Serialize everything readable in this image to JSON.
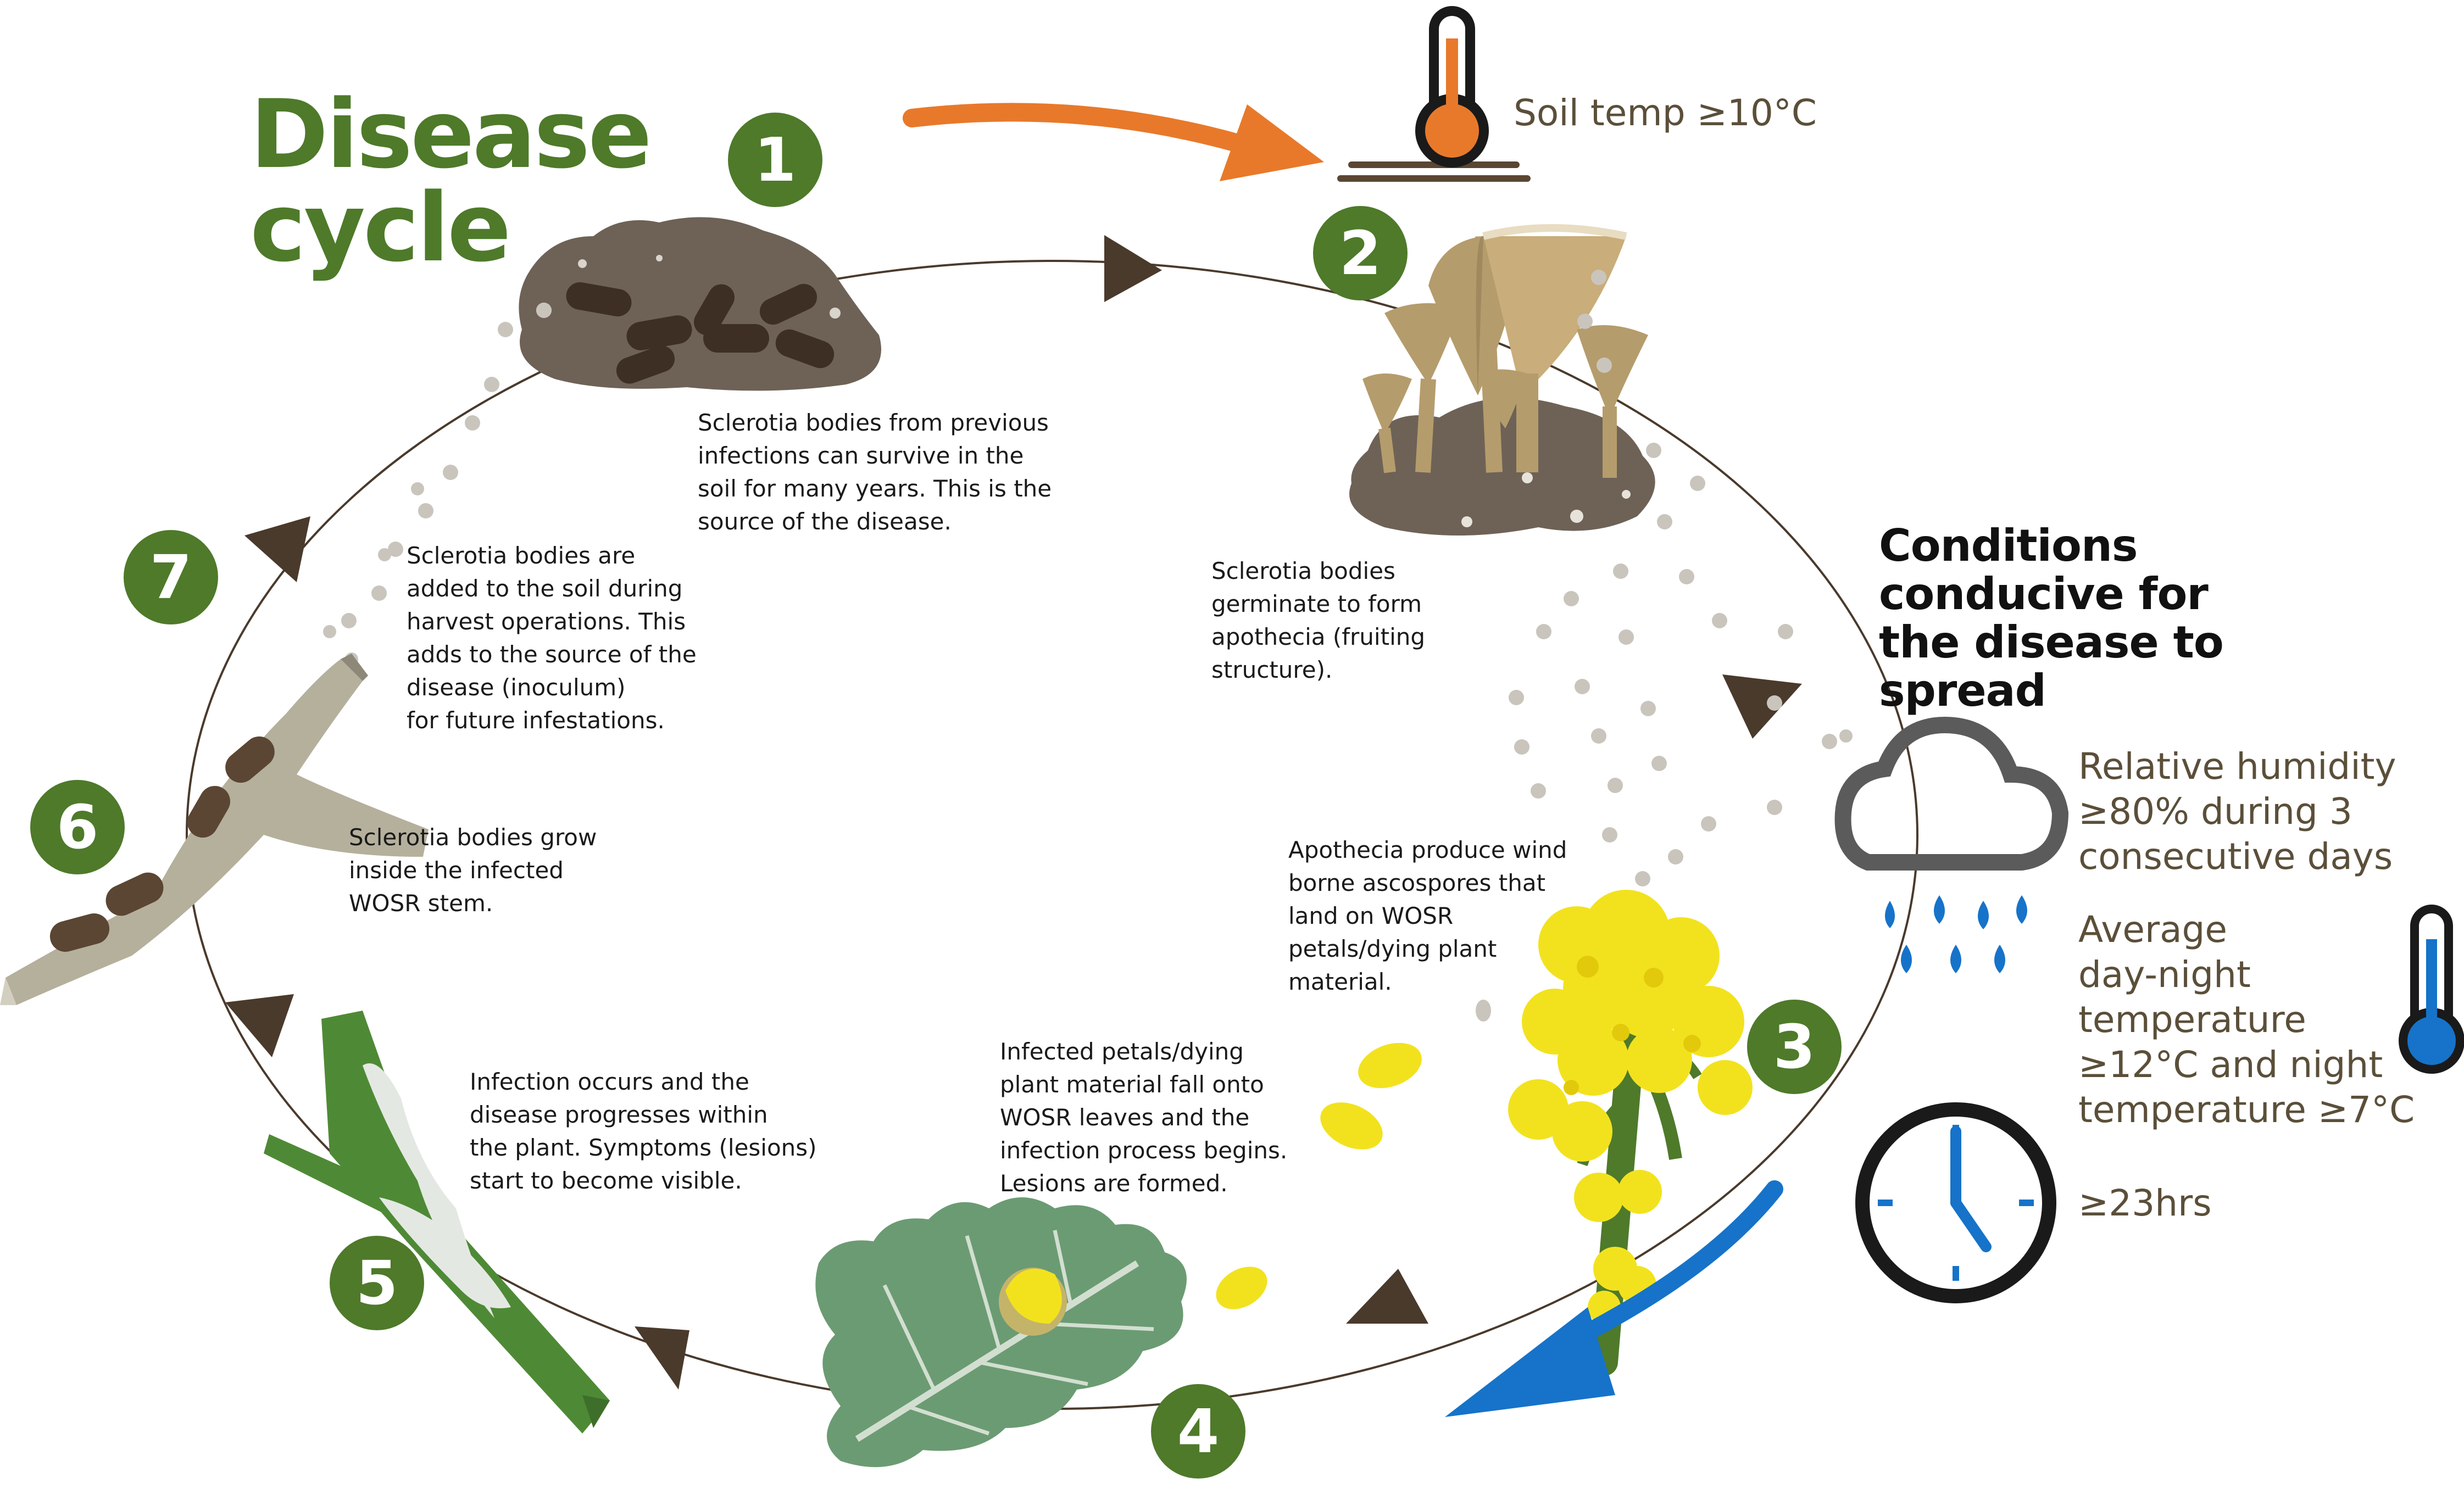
{
  "title": {
    "line1": "Disease",
    "line2": "cycle"
  },
  "soil_temp": "Soil temp ≥10°C",
  "steps": [
    {
      "number": "1",
      "text": [
        "Sclerotia bodies from previous",
        "infections can survive in the",
        "soil for many years. This is the",
        "source of the disease."
      ]
    },
    {
      "number": "2",
      "text": [
        "Sclerotia bodies",
        "germinate to form",
        "apothecia (fruiting",
        "structure)."
      ]
    },
    {
      "number": "3",
      "text": [
        "Apothecia produce wind",
        "borne ascospores that",
        "land on WOSR",
        "petals/dying plant",
        "material."
      ]
    },
    {
      "number": "4",
      "text": [
        "Infected petals/dying",
        "plant material fall onto",
        "WOSR leaves and the",
        "infection process begins.",
        "Lesions are formed."
      ]
    },
    {
      "number": "5",
      "text": [
        "Infection occurs and the",
        "disease progresses within",
        "the plant. Symptoms (lesions)",
        "start to become visible."
      ]
    },
    {
      "number": "6",
      "text": [
        "Sclerotia bodies grow",
        "inside the infected",
        "WOSR stem."
      ]
    },
    {
      "number": "7",
      "text": [
        "Sclerotia bodies are",
        "added to the soil during",
        "harvest operations. This",
        "adds to the source of the",
        "disease (inoculum)",
        "for future infestations."
      ]
    }
  ],
  "conditions": {
    "title": [
      "Conditions",
      "conducive for",
      "the disease to",
      "spread"
    ],
    "humidity": [
      "Relative humidity",
      "≥80% during 3",
      "consecutive days"
    ],
    "temperature": [
      "Average",
      "day-night",
      "temperature",
      "≥12°C and night",
      "temperature ≥7°C"
    ],
    "duration": "≥23hrs"
  },
  "colors": {
    "green": "#4e7a2a",
    "orange_arrow": "#e8792a",
    "blue_arrow": "#1673c9",
    "soil": "#6e6257",
    "cycle_arrow": "#4a3a2c",
    "flower_yellow": "#f2e21e",
    "leaf": "#6b9b73",
    "stem_grey": "#b5b09c",
    "spore_grey": "#c9c5bd"
  }
}
